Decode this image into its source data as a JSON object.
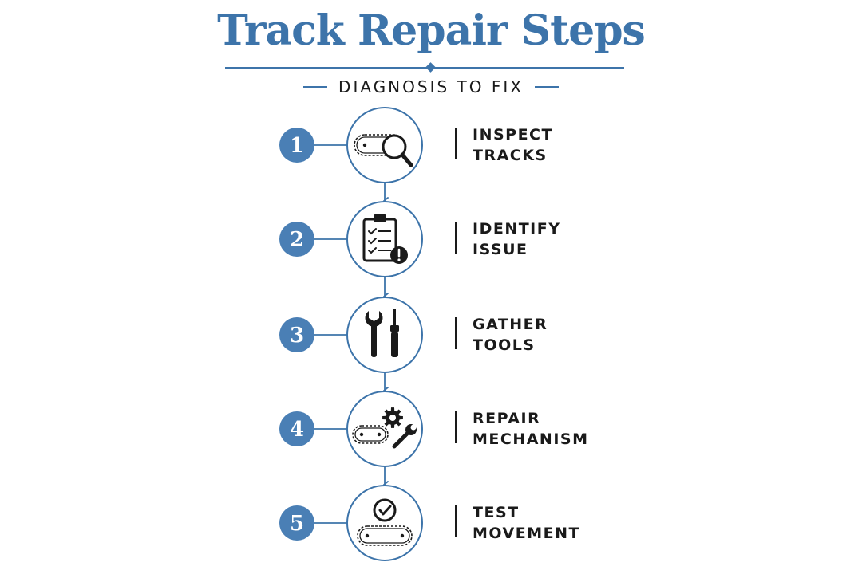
{
  "header": {
    "title": "Track Repair Steps",
    "subtitle": "DIAGNOSIS TO FIX"
  },
  "colors": {
    "accent": "#3d74aa",
    "badge": "#4a7fb5",
    "text": "#1a1a1a",
    "icon": "#1a1a1a"
  },
  "steps": [
    {
      "number": "1",
      "line1": "INSPECT",
      "line2": "TRACKS",
      "icon": "chain-magnifier-icon"
    },
    {
      "number": "2",
      "line1": "IDENTIFY",
      "line2": "ISSUE",
      "icon": "clipboard-alert-icon"
    },
    {
      "number": "3",
      "line1": "GATHER",
      "line2": "TOOLS",
      "icon": "wrench-screwdriver-icon"
    },
    {
      "number": "4",
      "line1": "REPAIR",
      "line2": "MECHANISM",
      "icon": "gear-wrench-chain-icon"
    },
    {
      "number": "5",
      "line1": "TEST",
      "line2": "MOVEMENT",
      "icon": "checkmark-track-icon"
    }
  ]
}
